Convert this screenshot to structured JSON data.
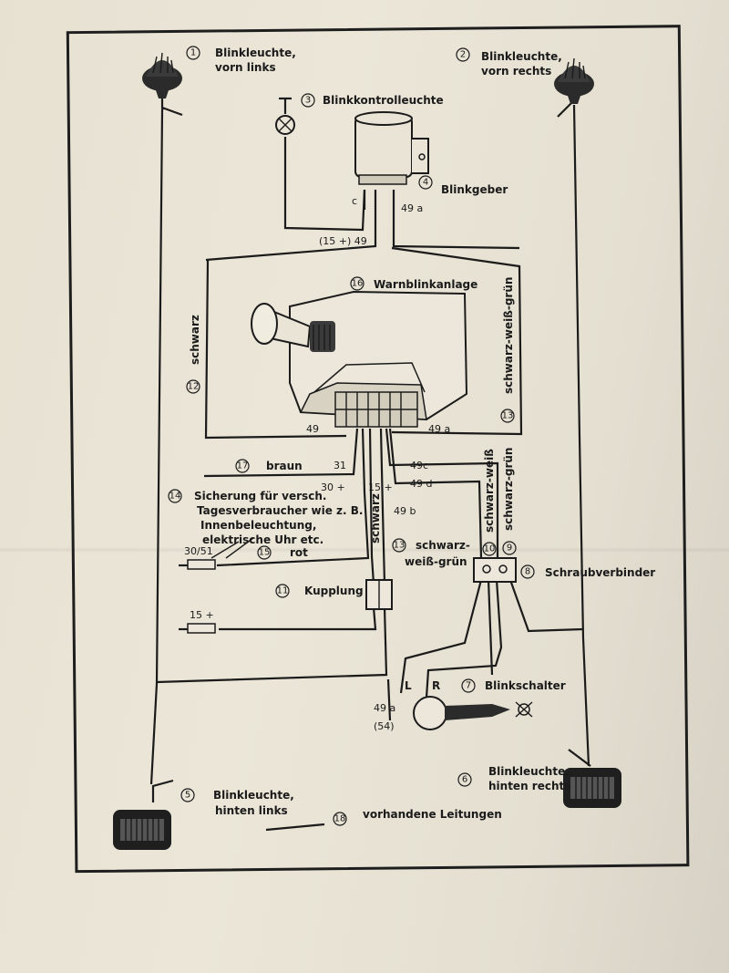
{
  "components": {
    "front_left": {
      "num": "1",
      "label_line1": "Blinkleuchte,",
      "label_line2": "vorn links"
    },
    "front_right": {
      "num": "2",
      "label_line1": "Blinkleuchte,",
      "label_line2": "vorn rechts"
    },
    "indicator_lamp": {
      "num": "3",
      "label": "Blinkkontrolleuchte"
    },
    "flasher": {
      "num": "4",
      "label": "Blinkgeber"
    },
    "rear_left": {
      "num": "5",
      "label_line1": "Blinkleuchte,",
      "label_line2": "hinten links"
    },
    "rear_right": {
      "num": "6",
      "label_line1": "Blinkleuchte,",
      "label_line2": "hinten rechts"
    },
    "turn_switch": {
      "num": "7",
      "label": "Blinkschalter"
    },
    "screw_connector": {
      "num": "8",
      "label": "Schraubverbinder"
    },
    "coupling": {
      "num": "11",
      "label": "Kupplung"
    },
    "fuse_note": {
      "num": "14",
      "line1": "Sicherung für versch.",
      "line2": "Tagesverbraucher wie z. B.",
      "line3": "Innenbeleuchtung,",
      "line4": "elektrische Uhr etc."
    },
    "hazard_unit": {
      "num": "16",
      "label": "Warnblinkanlage"
    },
    "existing_wires": {
      "num": "18",
      "label": "vorhandene Leitungen"
    }
  },
  "wires": {
    "schwarz_left": {
      "num": "12",
      "label": "schwarz"
    },
    "sw_gruen_right": {
      "num": "13",
      "label": "schwarz-weiß-grün"
    },
    "braun": {
      "num": "17",
      "label": "braun"
    },
    "rot": {
      "num": "15",
      "label": "rot"
    },
    "schwarz_mid": {
      "label": "schwarz"
    },
    "sw_gruen_mid": {
      "num": "13",
      "label_line1": "schwarz-",
      "label_line2": "weiß-grün"
    },
    "schwarz_weiss": {
      "num": "10",
      "label": "schwarz-weiß"
    },
    "schwarz_gruen": {
      "num": "9",
      "label": "schwarz-grün"
    }
  },
  "terminals": {
    "c": "c",
    "t49a_flasher": "49 a",
    "t15_49": "(15 +) 49",
    "t49_box": "49",
    "t49a_box": "49 a",
    "t31": "31",
    "t30": "30 +",
    "t15": "15 +",
    "t49c": "49c",
    "t49d": "49 d",
    "t49b": "49 b",
    "t30_51": "30/51",
    "t15_lower": "15 +",
    "tL": "L",
    "tR": "R",
    "t49a_switch": "49 a",
    "t54": "(54)"
  }
}
